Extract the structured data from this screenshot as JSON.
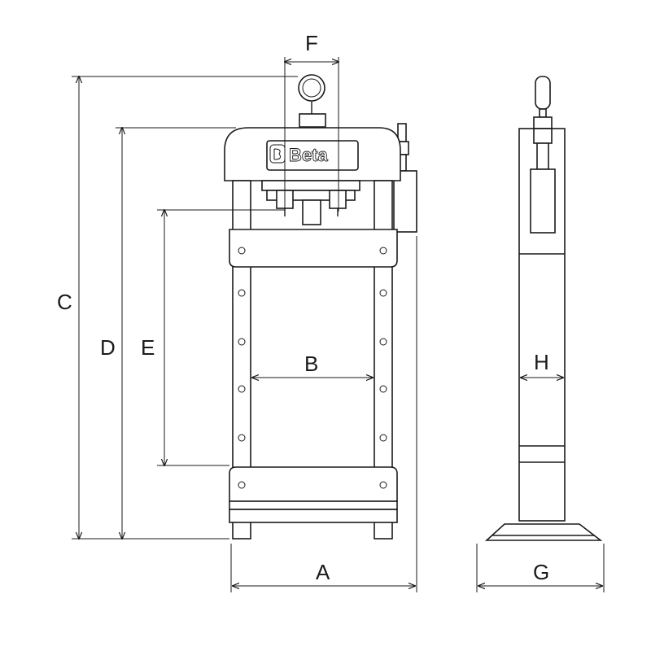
{
  "brand": {
    "name": "Beta"
  },
  "dimensions": {
    "A": "A",
    "B": "B",
    "C": "C",
    "D": "D",
    "E": "E",
    "F": "F",
    "G": "G",
    "H": "H"
  },
  "colors": {
    "line": "#1a1a1a",
    "background": "#ffffff"
  }
}
